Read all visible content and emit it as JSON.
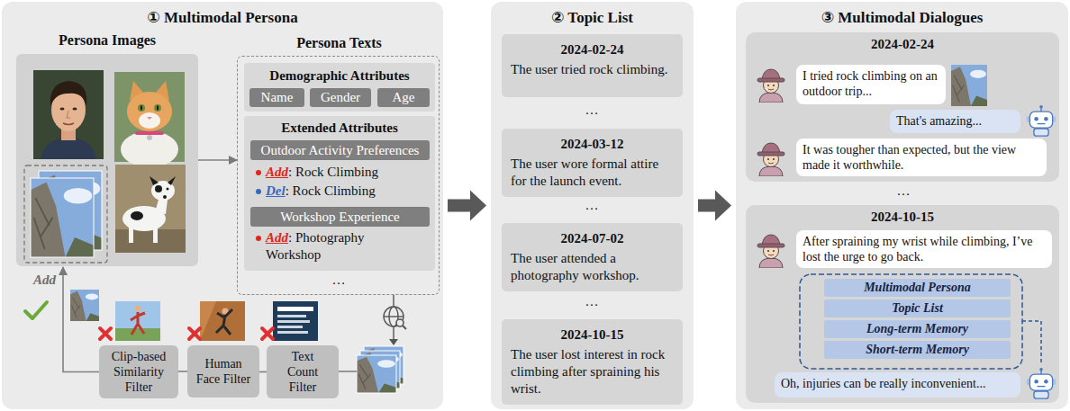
{
  "diagram": {
    "nodes": [
      {
        "text": [
          "① Multimodal Persona"
        ]
      },
      {
        "text": [
          "Persona Images"
        ],
        "in": 0
      },
      {
        "text": [
          "Persona Texts",
          "…"
        ],
        "in": 0
      },
      {
        "text": [
          "Demographic Attributes"
        ],
        "in": 2
      },
      {
        "text": [
          "Name"
        ],
        "in": 3
      },
      {
        "text": [
          "Gender"
        ],
        "in": 3
      },
      {
        "text": [
          "Age"
        ],
        "in": 3
      },
      {
        "text": [
          "Extended Attributes",
          "Add",
          ": Rock Climbing",
          "Del",
          ": Rock Climbing",
          "Add",
          ": Photography Workshop"
        ],
        "in": 2
      },
      {
        "text": [
          "Outdoor Activity Preferences"
        ],
        "in": 7
      },
      {
        "text": [
          "Workshop Experience"
        ],
        "in": 7
      },
      {
        "text": [
          "Clip-based Similarity Filter"
        ],
        "in": 0
      },
      {
        "text": [
          "Human Face Filter"
        ],
        "in": 0
      },
      {
        "text": [
          "Text Count Filter"
        ],
        "in": 0
      },
      {
        "text": [
          "② Topic List",
          "…",
          "…",
          "…"
        ]
      },
      {
        "text": [
          "2024-02-24",
          "The user tried rock climbing."
        ],
        "in": 13
      },
      {
        "text": [
          "2024-03-12",
          "The user wore formal attire for the launch event."
        ],
        "in": 13
      },
      {
        "text": [
          "2024-07-02",
          "The user attended a photography workshop."
        ],
        "in": 13
      },
      {
        "text": [
          "2024-10-15",
          "The user lost interest in rock climbing after spraining his wrist."
        ],
        "in": 13
      },
      {
        "text": [
          "③ Multimodal Dialogues",
          "…"
        ]
      },
      {
        "text": [
          "2024-02-24"
        ],
        "in": 18
      },
      {
        "text": [
          "I tried rock climbing on an outdoor trip..."
        ],
        "in": 19
      },
      {
        "text": [
          "That's amazing..."
        ],
        "in": 19
      },
      {
        "text": [
          "It was tougher than expected, but the view made it worthwhile."
        ],
        "in": 19
      },
      {
        "text": [
          "2024-10-15"
        ],
        "in": 18
      },
      {
        "text": [
          "After spraining my wrist while climbing, I’ve lost the urge to go back."
        ],
        "in": 23
      },
      {
        "text": [
          "Multimodal Persona"
        ],
        "in": 23
      },
      {
        "text": [
          "Topic List"
        ],
        "in": 23
      },
      {
        "text": [
          "Long-term Memory"
        ],
        "in": 23
      },
      {
        "text": [
          "Short-term Memory"
        ],
        "in": 23
      },
      {
        "text": [
          "Oh, injuries can be really inconvenient..."
        ],
        "in": 23
      }
    ],
    "edges": [
      {
        "from": 0,
        "to": 13,
        "arrow": "to"
      },
      {
        "from": 13,
        "to": 18,
        "arrow": "to"
      },
      {
        "from": 1,
        "to": 2,
        "arrow": "to"
      },
      {
        "from": 12,
        "to": 11,
        "arrow": "none"
      },
      {
        "from": 11,
        "to": 10,
        "arrow": "none"
      },
      {
        "from": 10,
        "to": 1,
        "label": "Add",
        "arrow": "to"
      }
    ]
  }
}
